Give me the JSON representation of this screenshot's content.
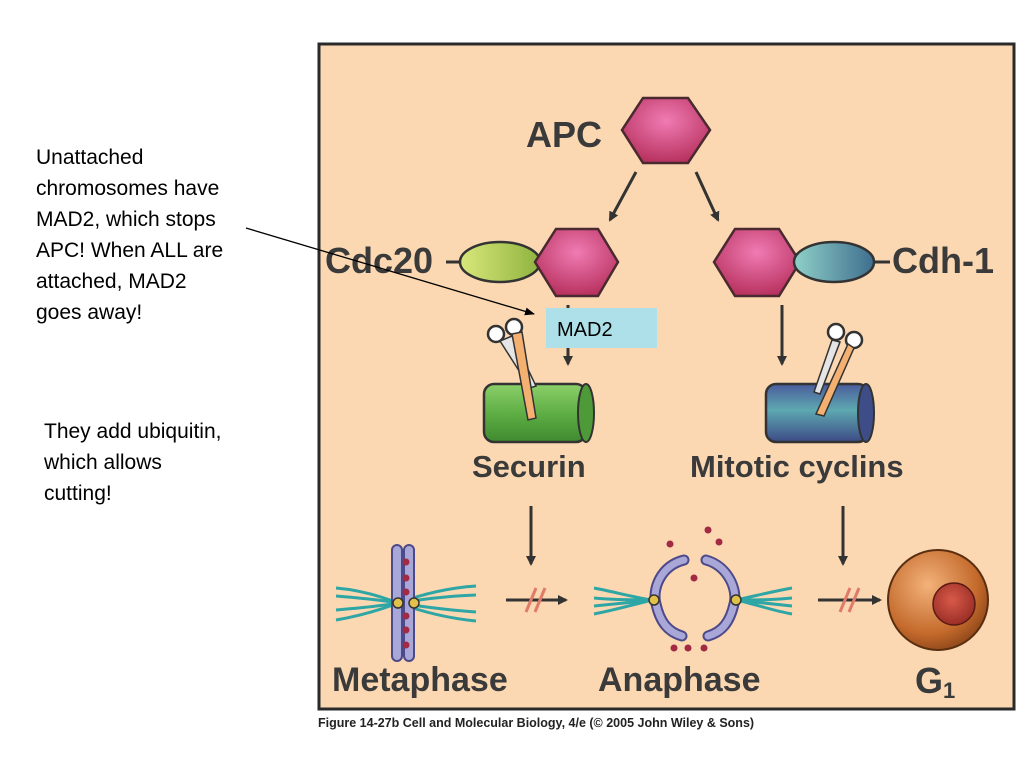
{
  "annotations": {
    "note1": "Unattached\nchromosomes have\nMAD2, which stops\nAPC! When ALL are\nattached, MAD2\ngoes away!",
    "note2": "They add ubiquitin,\nwhich allows\ncutting!",
    "mad2_box": "MAD2"
  },
  "diagram": {
    "apc": "APC",
    "cdc20": "Cdc20",
    "cdh1": "Cdh-1",
    "securin": "Securin",
    "mitotic_cyclins": "Mitotic cyclins",
    "metaphase": "Metaphase",
    "anaphase": "Anaphase",
    "g1": "G",
    "g1_sub": "1"
  },
  "caption": "Figure 14-27b  Cell and Molecular Biology, 4/e (© 2005 John Wiley & Sons)",
  "colors": {
    "panel_bg": "#fbd8b1",
    "hexagon": "#c43c70",
    "cdc20_oval": "#b8cc55",
    "cdh1_oval": "#5c9d9a",
    "securin": "#6cb04e",
    "cyclins": "#4d5f9a",
    "mad2_box": "#aee0ea",
    "chromatid": "#2ea6a6"
  }
}
